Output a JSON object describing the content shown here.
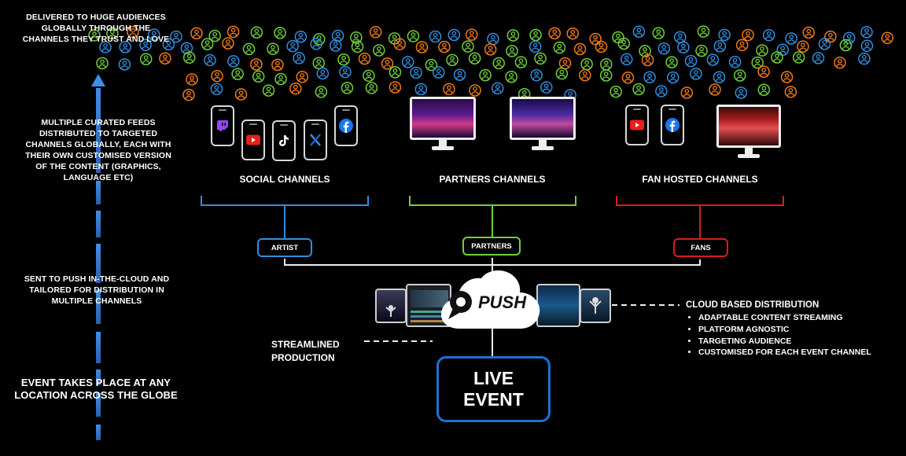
{
  "left_captions": {
    "top": [
      "DELIVERED TO HUGE AUDIENCES",
      "GLOBALLY THROUGH THE",
      "CHANNELS THEY TRUST AND LOVE"
    ],
    "feeds": [
      "MULTIPLE CURATED FEEDS",
      "DISTRIBUTED TO TARGETED",
      "CHANNELS GLOBALLY, EACH WITH",
      "THEIR OWN CUSTOMISED VERSION",
      "OF THE CONTENT (GRAPHICS,",
      "LANGUAGE ETC)"
    ],
    "push": [
      "SENT TO PUSH IN-THE-CLOUD AND",
      "TAILORED FOR DISTRIBUTION IN",
      "MULTIPLE CHANNELS"
    ],
    "event": [
      "EVENT TAKES PLACE AT ANY",
      "LOCATION ACROSS THE GLOBE"
    ]
  },
  "groups": {
    "social": {
      "title": "SOCIAL CHANNELS",
      "pill": "ARTIST",
      "color": "#2f8fe0"
    },
    "partners": {
      "title": "PARTNERS CHANNELS",
      "pill": "PARTNERS",
      "color": "#6fd13a"
    },
    "fan": {
      "title": "FAN HOSTED CHANNELS",
      "pill": "FANS",
      "color": "#d4201c"
    }
  },
  "apps": {
    "social": [
      "twitch-icon",
      "youtube-icon",
      "tiktok-icon",
      "x-icon",
      "facebook-icon"
    ],
    "fan": [
      "youtube-icon",
      "facebook-icon"
    ]
  },
  "push": {
    "logo_text": "PUSH"
  },
  "cloud_distribution": {
    "title": "CLOUD BASED DISTRIBUTION",
    "items": [
      "ADAPTABLE CONTENT STREAMING",
      "PLATFORM AGNOSTIC",
      "TARGETING AUDIENCE",
      "CUSTOMISED FOR EACH EVENT CHANNEL"
    ]
  },
  "production": {
    "lines": [
      "STREAMLINED",
      "PRODUCTION"
    ]
  },
  "live_event": {
    "lines": [
      "LIVE",
      "EVENT"
    ],
    "color": "#1f6fd6"
  },
  "audience_colors": [
    "#2f8fe0",
    "#6fd13a",
    "#f07a1a"
  ]
}
